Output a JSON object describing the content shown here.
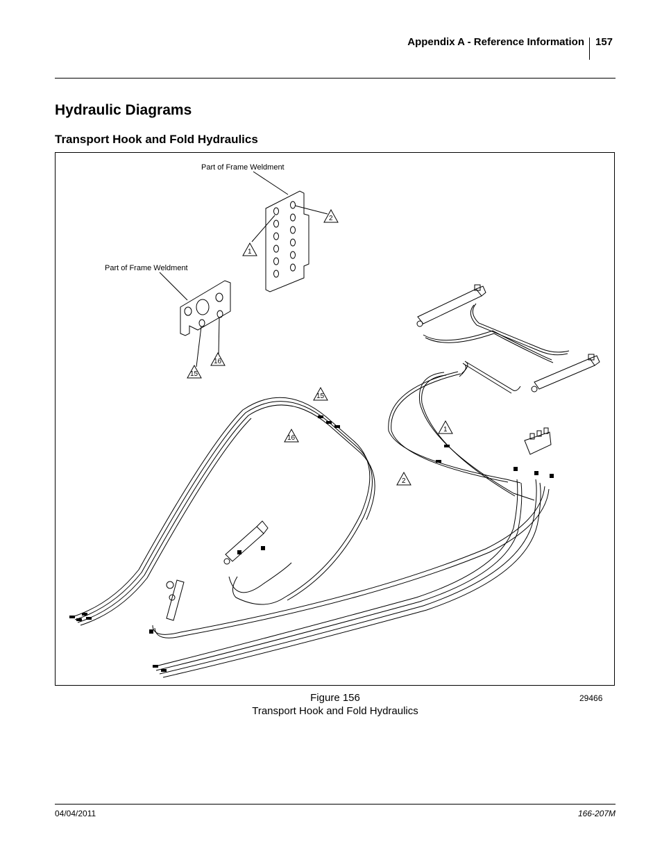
{
  "header": {
    "section_title": "Appendix A - Reference Information",
    "page_number": "157"
  },
  "heading": "Hydraulic Diagrams",
  "subheading": "Transport Hook and Fold Hydraulics",
  "figure": {
    "labels": {
      "frame_weldment_top": "Part of Frame Weldment",
      "frame_weldment_left": "Part of Frame Weldment"
    },
    "callouts": {
      "c1_top": "1",
      "c2_top": "2",
      "c15_left": "15",
      "c16_left": "16",
      "c15_mid": "15",
      "c16_mid": "16",
      "c1_right": "1",
      "c2_right": "2"
    },
    "number": "Figure 156",
    "caption": "Transport Hook and Fold Hydraulics",
    "drawing_id": "29466"
  },
  "footer": {
    "date": "04/04/2011",
    "doc_number": "166-207M"
  }
}
